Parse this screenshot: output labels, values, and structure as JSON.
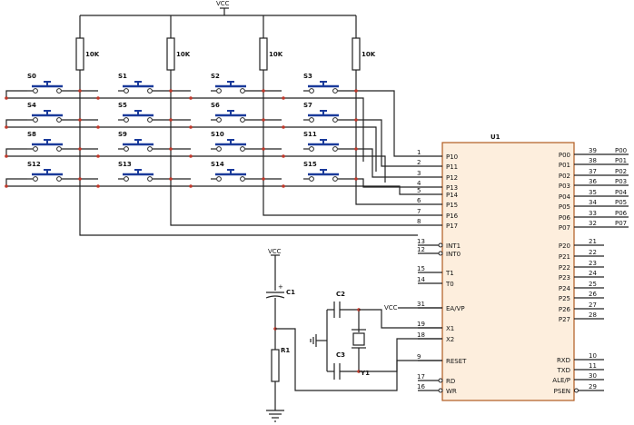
{
  "vcc_top": "VCC",
  "resistors": [
    "10K",
    "10K",
    "10K",
    "10K"
  ],
  "switches": [
    "S0",
    "S1",
    "S2",
    "S3",
    "S4",
    "S5",
    "S6",
    "S7",
    "S8",
    "S9",
    "S10",
    "S11",
    "S12",
    "S13",
    "S14",
    "S15"
  ],
  "chip": {
    "name": "U1",
    "left_pins": [
      {
        "num": "1",
        "label": "P10"
      },
      {
        "num": "2",
        "label": "P11"
      },
      {
        "num": "3",
        "label": "P12"
      },
      {
        "num": "4",
        "label": "P13"
      },
      {
        "num": "5",
        "label": "P14"
      },
      {
        "num": "6",
        "label": "P15"
      },
      {
        "num": "7",
        "label": "P16"
      },
      {
        "num": "8",
        "label": "P17"
      },
      {
        "num": "13",
        "label": "INT1"
      },
      {
        "num": "12",
        "label": "INT0"
      },
      {
        "num": "15",
        "label": "T1"
      },
      {
        "num": "14",
        "label": "T0"
      },
      {
        "num": "31",
        "label": "EA/VP"
      },
      {
        "num": "19",
        "label": "X1"
      },
      {
        "num": "18",
        "label": "X2"
      },
      {
        "num": "9",
        "label": "RESET"
      },
      {
        "num": "17",
        "label": "RD"
      },
      {
        "num": "16",
        "label": "WR"
      }
    ],
    "right_pins": [
      {
        "num": "39",
        "label": "P00",
        "net": "P00"
      },
      {
        "num": "38",
        "label": "P01",
        "net": "P01"
      },
      {
        "num": "37",
        "label": "P02",
        "net": "P02"
      },
      {
        "num": "36",
        "label": "P03",
        "net": "P03"
      },
      {
        "num": "35",
        "label": "P04",
        "net": "P04"
      },
      {
        "num": "34",
        "label": "P05",
        "net": "P05"
      },
      {
        "num": "33",
        "label": "P06",
        "net": "P06"
      },
      {
        "num": "32",
        "label": "P07",
        "net": "P07"
      },
      {
        "num": "21",
        "label": "P20"
      },
      {
        "num": "22",
        "label": "P21"
      },
      {
        "num": "23",
        "label": "P22"
      },
      {
        "num": "24",
        "label": "P23"
      },
      {
        "num": "25",
        "label": "P24"
      },
      {
        "num": "26",
        "label": "P25"
      },
      {
        "num": "27",
        "label": "P26"
      },
      {
        "num": "28",
        "label": "P27"
      },
      {
        "num": "10",
        "label": "RXD"
      },
      {
        "num": "11",
        "label": "TXD"
      },
      {
        "num": "30",
        "label": "ALE/P"
      },
      {
        "num": "29",
        "label": "PSEN"
      }
    ]
  },
  "ea_vcc": "VCC",
  "reset_vcc": "VCC",
  "reset_cap": "C1",
  "reset_res": "R1",
  "crystal_caps": [
    "C2",
    "C3"
  ],
  "crystal": "Y1",
  "colors": {
    "wire": "#222222",
    "chip_fill": "#fdeedd",
    "chip_stroke": "#b05a20",
    "junction": "#c0392b",
    "button": "#1a3a9a"
  }
}
